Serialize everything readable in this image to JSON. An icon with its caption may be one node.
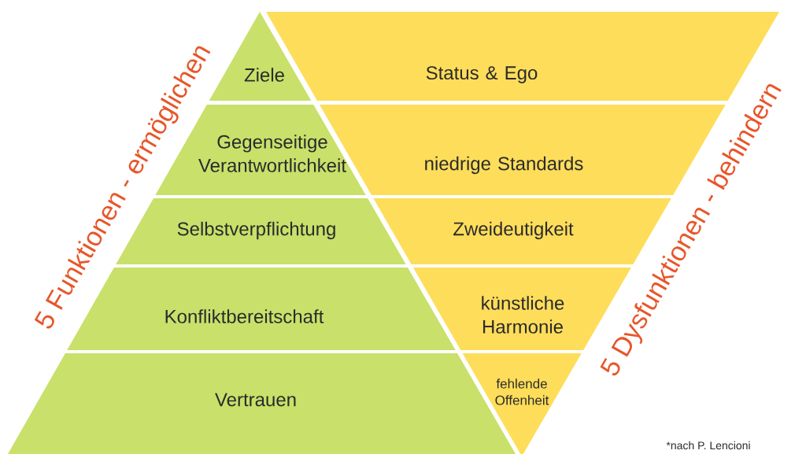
{
  "diagram": {
    "nodes": [
      {
        "text": [
          "Ziele"
        ]
      },
      {
        "text": [
          "Status & Ego"
        ]
      },
      {
        "text": [
          "Gegenseitige Verantwortlichkeit"
        ]
      },
      {
        "text": [
          "niedrige Standards"
        ]
      },
      {
        "text": [
          "Selbstverpflichtung"
        ]
      },
      {
        "text": [
          "Zweideutigkeit"
        ]
      },
      {
        "text": [
          "Konfliktbereitschaft"
        ]
      },
      {
        "text": [
          "künstliche Harmonie"
        ]
      },
      {
        "text": [
          "Vertrauen"
        ]
      },
      {
        "text": [
          "fehlende Offenheit"
        ]
      }
    ],
    "labels": [
      "5 Funktionen - ermöglichen",
      "5 Dysfunktionen - behindern",
      "*nach P. Lencioni"
    ]
  }
}
